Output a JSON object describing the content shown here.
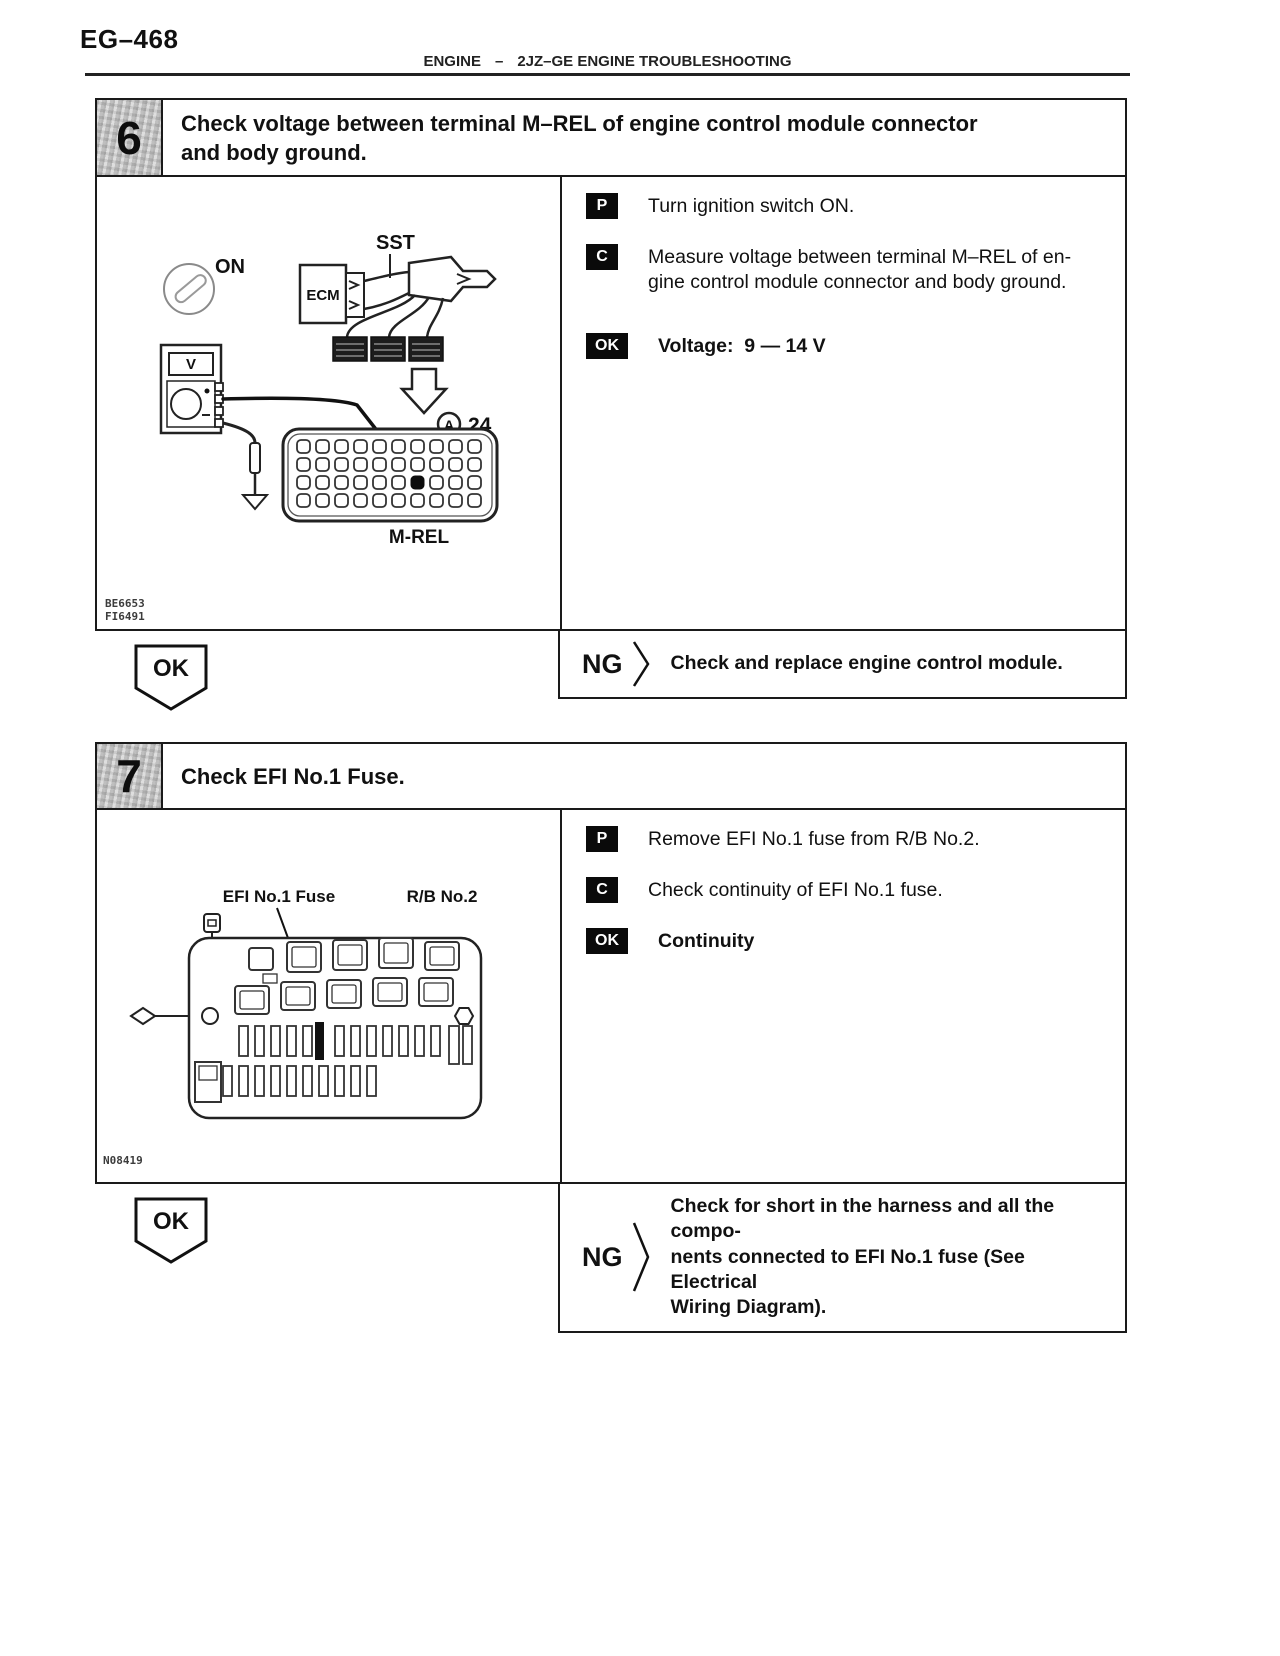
{
  "page": {
    "code": "EG–468",
    "header": {
      "section": "ENGINE",
      "separator": "–",
      "title": "2JZ–GE ENGINE TROUBLESHOOTING"
    }
  },
  "steps": [
    {
      "number": "6",
      "title": "Check voltage between terminal M–REL of engine control module connector\nand body ground.",
      "instructions": [
        {
          "badge": "P",
          "text": "Turn ignition switch ON."
        },
        {
          "badge": "C",
          "text": "Measure voltage between terminal M–REL of en-\ngine control module connector and body ground."
        },
        {
          "badge": "OK",
          "text": "Voltage:  9 — 14 V"
        }
      ],
      "figure": {
        "key_position": "ON",
        "sst": "SST",
        "ecm": "ECM",
        "meter_unit": "V",
        "connector_circle": "A",
        "connector_number": "24",
        "terminal": "M-REL",
        "codes": [
          "BE6653",
          "FI6491"
        ]
      },
      "ok_label": "OK",
      "ng": {
        "label": "NG",
        "text": "Check and replace engine control module."
      }
    },
    {
      "number": "7",
      "title": "Check EFI No.1 Fuse.",
      "instructions": [
        {
          "badge": "P",
          "text": "Remove EFI No.1 fuse from R/B No.2."
        },
        {
          "badge": "C",
          "text": "Check continuity of EFI No.1 fuse."
        },
        {
          "badge": "OK",
          "text": "Continuity"
        }
      ],
      "figure": {
        "fuse_label": "EFI No.1 Fuse",
        "box_label": "R/B No.2",
        "codes": [
          "N08419"
        ]
      },
      "ok_label": "OK",
      "ng": {
        "label": "NG",
        "text": "Check for short in the harness and all the compo-\nnents connected to EFI No.1 fuse (See Electrical\nWiring Diagram)."
      }
    }
  ]
}
